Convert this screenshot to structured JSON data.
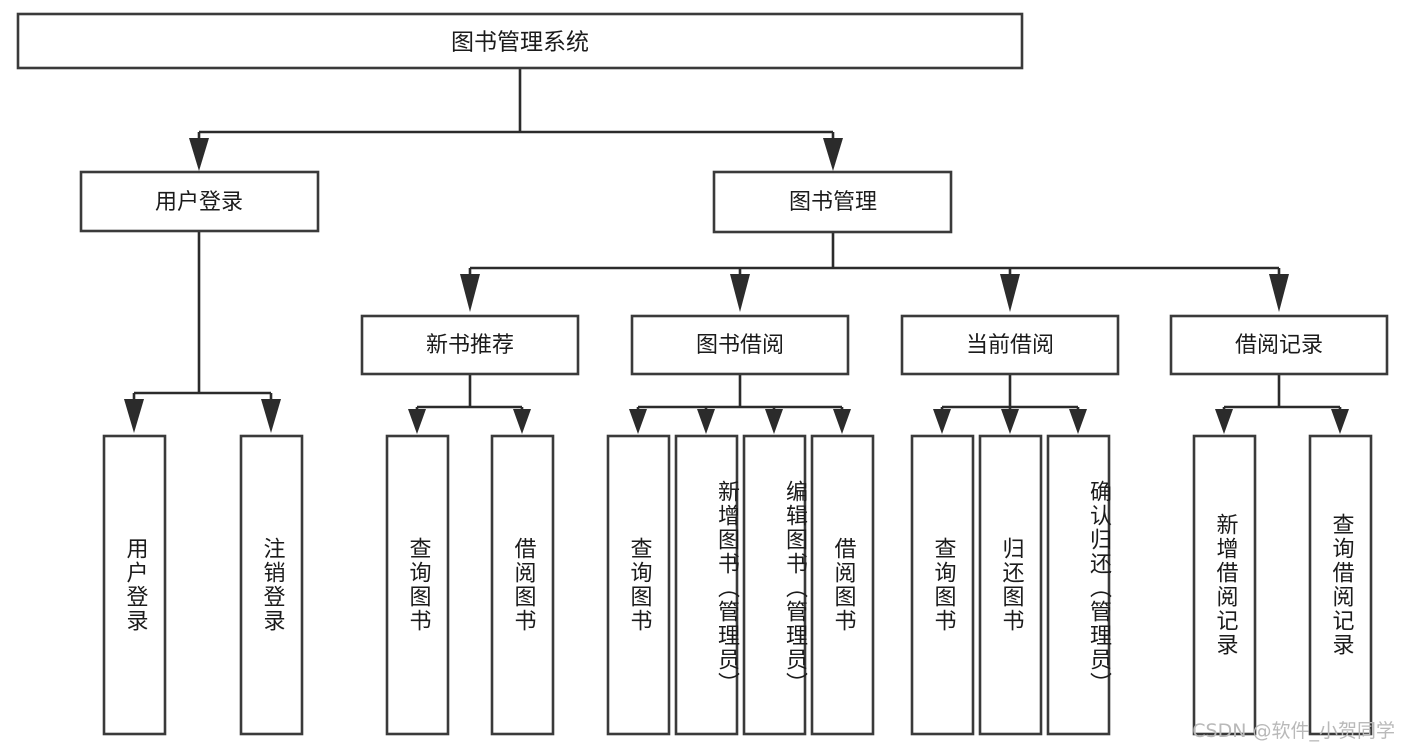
{
  "diagram": {
    "title": "图书管理系统",
    "watermark": "CSDN @软件_小贺同学",
    "type": "tree-hierarchy-chart",
    "colors": {
      "box_border": "#3a3a3a",
      "connector": "#2b2b2b",
      "box_fill": "#ffffff",
      "text": "#1b1b1b",
      "watermark": "#b9b9b9",
      "background": "#ffffff"
    },
    "levels": 4
  },
  "nodes": {
    "root": {
      "label": "图书管理系统",
      "orientation": "horizontal"
    },
    "level2": [
      {
        "label": "用户登录",
        "orientation": "horizontal"
      },
      {
        "label": "图书管理",
        "orientation": "horizontal"
      }
    ],
    "level3": [
      {
        "label": "新书推荐",
        "orientation": "horizontal",
        "parent": "图书管理"
      },
      {
        "label": "图书借阅",
        "orientation": "horizontal",
        "parent": "图书管理"
      },
      {
        "label": "当前借阅",
        "orientation": "horizontal",
        "parent": "图书管理"
      },
      {
        "label": "借阅记录",
        "orientation": "horizontal",
        "parent": "图书管理"
      }
    ],
    "leaves": {
      "用户登录": [
        {
          "label": "用户登录",
          "orientation": "vertical"
        },
        {
          "label": "注销登录",
          "orientation": "vertical"
        }
      ],
      "新书推荐": [
        {
          "label": "查询图书",
          "orientation": "vertical"
        },
        {
          "label": "借阅图书",
          "orientation": "vertical"
        }
      ],
      "图书借阅": [
        {
          "label": "查询图书",
          "orientation": "vertical"
        },
        {
          "label": "新增图书（管理员）",
          "orientation": "vertical"
        },
        {
          "label": "编辑图书（管理员）",
          "orientation": "vertical"
        },
        {
          "label": "借阅图书",
          "orientation": "vertical"
        }
      ],
      "当前借阅": [
        {
          "label": "查询图书",
          "orientation": "vertical"
        },
        {
          "label": "归还图书",
          "orientation": "vertical"
        },
        {
          "label": "确认归还（管理员）",
          "orientation": "vertical"
        }
      ],
      "借阅记录": [
        {
          "label": "新增借阅记录",
          "orientation": "vertical"
        },
        {
          "label": "查询借阅记录",
          "orientation": "vertical"
        }
      ]
    }
  }
}
